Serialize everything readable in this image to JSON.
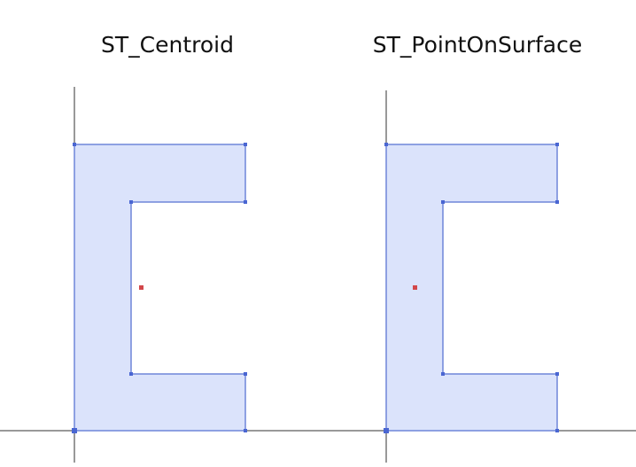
{
  "panels": [
    {
      "title": "ST_Centroid",
      "function": "centroid"
    },
    {
      "title": "ST_PointOnSurface",
      "function": "point-on-surface"
    }
  ],
  "colors": {
    "polygon_fill": "#dbe3fb",
    "polygon_stroke": "#6f86d9",
    "vertex": "#4a66d2",
    "result_point": "#d2474a",
    "axis": "#333333"
  }
}
